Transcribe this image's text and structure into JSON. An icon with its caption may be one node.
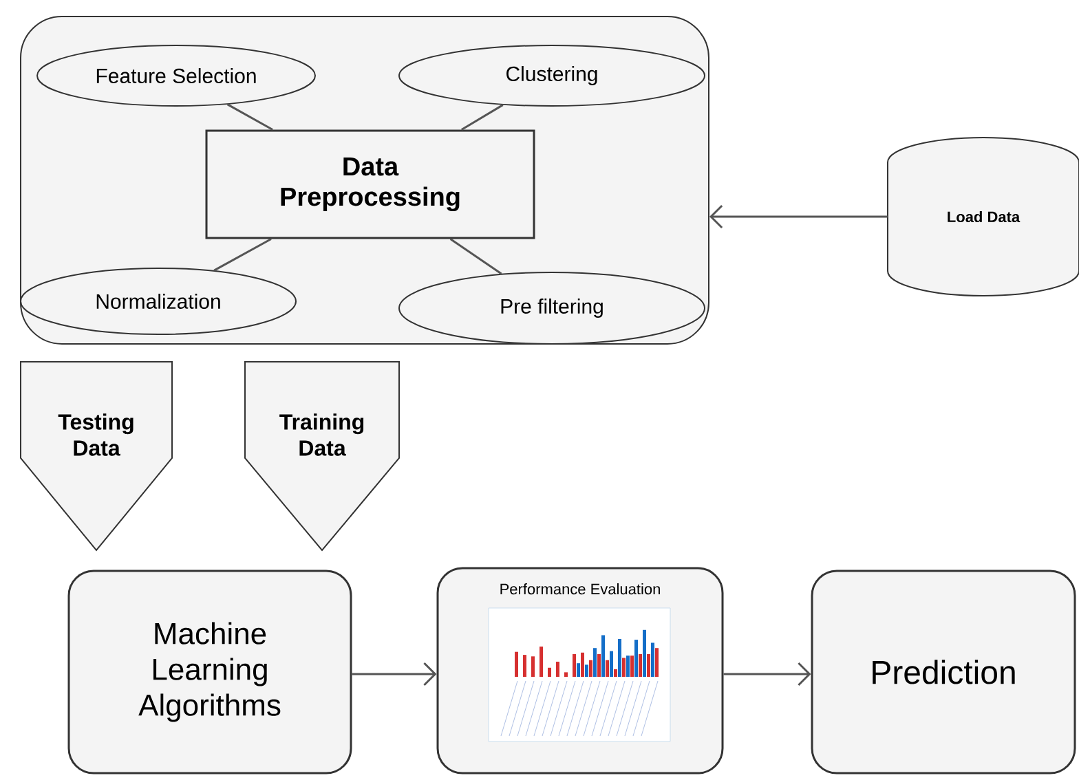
{
  "diagram": {
    "nodes": [
      {
        "text": [],
        "shape": "box"
      },
      {
        "text": [
          "Feature Selection"
        ],
        "in": 0
      },
      {
        "text": [
          "Clustering"
        ],
        "in": 0
      },
      {
        "text": [
          "Data Preprocessing"
        ],
        "in": 0
      },
      {
        "text": [
          "Normalization"
        ],
        "in": 0
      },
      {
        "text": [
          "Pre filtering"
        ],
        "in": 0
      },
      {
        "text": [
          "Load Data"
        ]
      },
      {
        "text": [
          "Testing Data"
        ]
      },
      {
        "text": [
          "Training Data"
        ]
      },
      {
        "text": [
          "Machine Learning Algorithms"
        ]
      },
      {
        "text": [
          "Performance Evaluation"
        ]
      },
      {
        "text": [
          "Prediction"
        ]
      }
    ],
    "edges": [
      {
        "from": 1,
        "to": 3,
        "arrow": "none"
      },
      {
        "from": 2,
        "to": 3,
        "arrow": "none"
      },
      {
        "from": 4,
        "to": 3,
        "arrow": "none"
      },
      {
        "from": 5,
        "to": 3,
        "arrow": "none"
      },
      {
        "from": 6,
        "to": 0,
        "arrow": "to"
      },
      {
        "from": 9,
        "to": 10,
        "arrow": "to"
      },
      {
        "from": 10,
        "to": 11,
        "arrow": "to"
      }
    ]
  }
}
